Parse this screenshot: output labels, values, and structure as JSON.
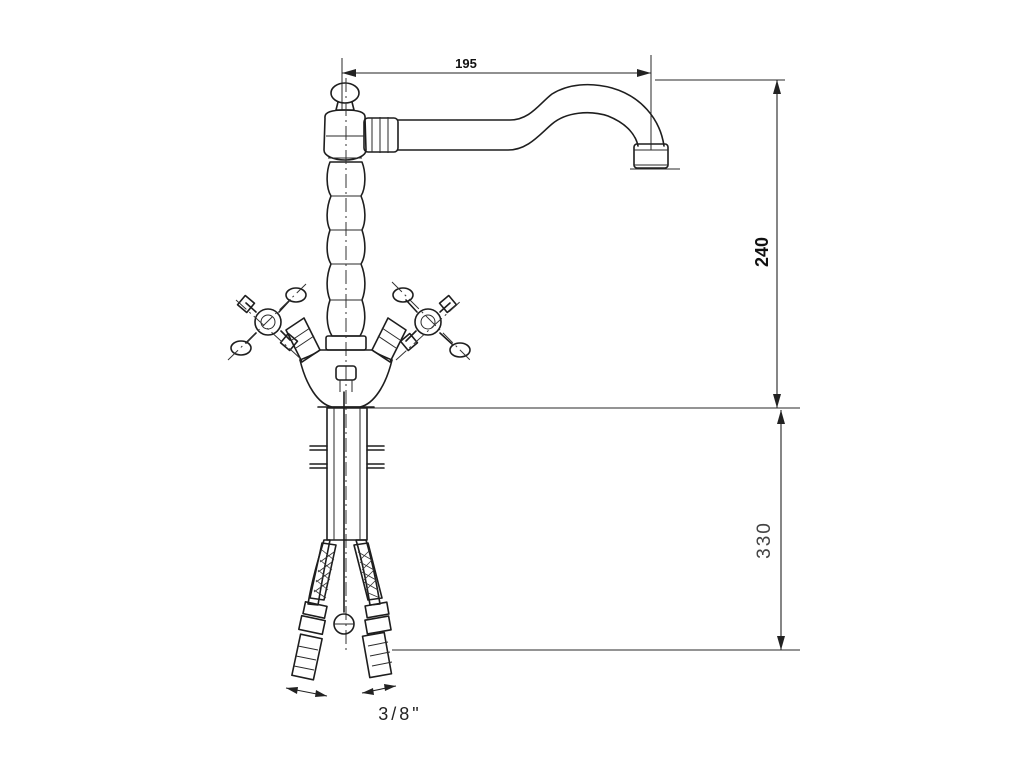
{
  "drawing": {
    "dimensions": {
      "spout_reach": "195",
      "spout_height": "240",
      "hose_length": "330",
      "hose_thread": "3/8\""
    }
  }
}
